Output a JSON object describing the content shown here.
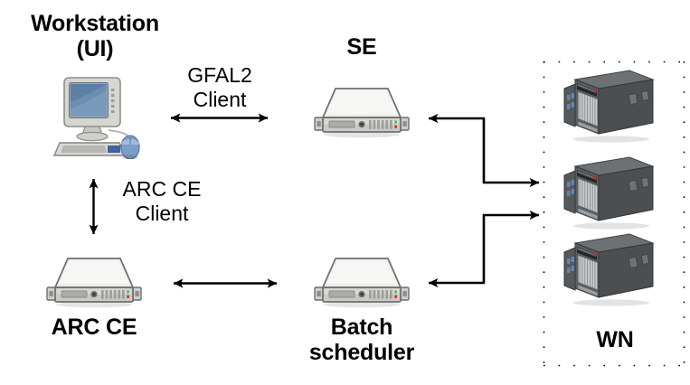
{
  "diagram": {
    "background_color": "#ffffff",
    "line_color": "#000000",
    "nodes": [
      {
        "id": "workstation",
        "label": "Workstation\n(UI)",
        "icon": "desktop-computer-icon",
        "label_position": "above"
      },
      {
        "id": "se",
        "label": "SE",
        "icon": "rack-server-icon",
        "label_position": "above"
      },
      {
        "id": "arc-ce",
        "label": "ARC CE",
        "icon": "rack-server-icon",
        "label_position": "below"
      },
      {
        "id": "batch-scheduler",
        "label": "Batch\nscheduler",
        "icon": "rack-server-icon",
        "label_position": "below"
      },
      {
        "id": "worker-nodes",
        "label": "WN",
        "icon": "tower-server-icon",
        "label_position": "below",
        "count": 3,
        "group_border": "dotted"
      }
    ],
    "connections": [
      {
        "id": "workstation-to-se",
        "label": "GFAL2\nClient",
        "from": "workstation",
        "to": "se",
        "arrow": "both"
      },
      {
        "id": "workstation-to-arcce",
        "label": "ARC CE\nClient",
        "from": "workstation",
        "to": "arc-ce",
        "arrow": "both"
      },
      {
        "id": "arcce-to-batch",
        "label": "",
        "from": "arc-ce",
        "to": "batch-scheduler",
        "arrow": "both"
      },
      {
        "id": "wn-to-se",
        "label": "",
        "from": "worker-nodes",
        "to": "se",
        "arrow": "single"
      },
      {
        "id": "se-to-wn",
        "label": "",
        "from": "se",
        "to": "worker-nodes",
        "arrow": "single"
      },
      {
        "id": "batch-to-wn",
        "label": "",
        "from": "batch-scheduler",
        "to": "worker-nodes",
        "arrow": "single"
      },
      {
        "id": "wn-to-batch",
        "label": "",
        "from": "worker-nodes",
        "to": "batch-scheduler",
        "arrow": "single"
      }
    ],
    "colors": {
      "server_body": "#e8e8e6",
      "server_front": "#b9b9b5",
      "server_outline": "#6f6f6d",
      "tower_dark": "#4b4f52",
      "tower_light": "#c9cccd",
      "led_red": "#d02020",
      "led_green": "#3fbf3f",
      "monitor_screen": "#5b7fa6",
      "mouse_blue": "#7b9ec4"
    }
  }
}
